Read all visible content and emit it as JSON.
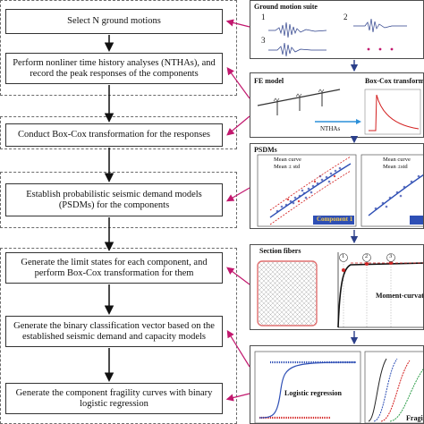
{
  "steps": [
    "Select N ground motions",
    "Perform nonliner time history analyses (NTHAs), and record the peak responses of the components",
    "Conduct Box-Cox transformation for the  responses",
    "Establish probabilistic seismic demand models (PSDMs) for the components",
    "Generate the limit states for each component, and perform Box-Cox transformation for them",
    "Generate the binary classification vector based on the established seismic demand and capacity models",
    "Generate the component fragility curves with binary logistic regression"
  ],
  "panels": {
    "ground_motion": {
      "title": "Ground motion suite",
      "labels": [
        "1",
        "2",
        "3"
      ]
    },
    "fe": {
      "title": "FE model",
      "nthas": "NTHAs",
      "boxcox": "Box-Cox transform"
    },
    "psdm": {
      "title": "PSDMs",
      "legend_mean": "Mean curve",
      "legend_std1": "Mean ± std",
      "legend_std2": "Mean  ±std",
      "component": "Component 1"
    },
    "fibers": {
      "title": "Section fibers",
      "moment_curvature": "Moment-curvatur",
      "markers": [
        "1",
        "2",
        "3"
      ]
    },
    "fragility": {
      "logistic": "Logistic regression",
      "fragi": "Fragi"
    }
  },
  "colors": {
    "arrow_magenta": "#c2186e",
    "arrow_blue": "#2b3f8a",
    "curve_red": "#d32020",
    "curve_blue": "#2e4fb5"
  }
}
